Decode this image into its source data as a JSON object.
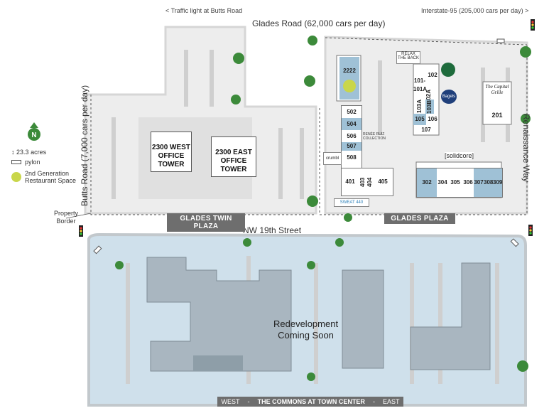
{
  "roads": {
    "top": "Glades Road (62,000 cars per day)",
    "left_note": "< Traffic light at Butts Road",
    "right_note": "Interstate-95 (205,000 cars per day) >",
    "butts": "Butts Road (7,000 cars per day)",
    "renaissance": "Renaissance Way",
    "nw19": "NW 19th Street"
  },
  "legend": {
    "north": "N",
    "acres_value": "23.3",
    "acres_unit": "acres",
    "pylon": "pylon",
    "restaurant_line1": "2nd Generation",
    "restaurant_line2": "Restaurant Space"
  },
  "property_border": {
    "line1": "Property",
    "line2": "Border"
  },
  "plazas": {
    "twin": "GLADES TWIN PLAZA",
    "glades": "GLADES PLAZA",
    "commons_west": "WEST",
    "commons_name": "THE COMMONS AT TOWN CENTER",
    "commons_east": "EAST",
    "dash": "-"
  },
  "towers": {
    "west_line1": "2300 WEST",
    "west_line2": "OFFICE TOWER",
    "east_line1": "2300 EAST",
    "east_line2": "OFFICE TOWER"
  },
  "units": {
    "u2222": "2222",
    "u502": "502",
    "u504": "504",
    "u506": "506",
    "u507": "507",
    "u508": "508",
    "u401": "401",
    "u403": "403",
    "u404": "404",
    "u405": "405",
    "u101": "101-",
    "u101a": "101A",
    "u102": "102",
    "u102a": "102A",
    "u103a": "103A",
    "u103b": "103B",
    "u105": "105",
    "u106": "106",
    "u107": "107",
    "u201": "201",
    "u302": "302",
    "u304": "304",
    "u305": "305",
    "u306": "306",
    "u307": "307",
    "u308": "308",
    "u309": "309"
  },
  "tenants": {
    "relax": "RELAX THE BACK",
    "renee": "RENÉE RUIZ COLLECTION",
    "crumbl": "crumbl",
    "sweat": "SWEAT 440",
    "solidcore": "[solidcore]",
    "bagels": "Bagels",
    "capital_grille": "The Capital Grille"
  },
  "redevelopment": {
    "line1": "Redevelopment",
    "line2": "Coming Soon"
  },
  "colors": {
    "lot": "#ececec",
    "unit_blue": "#9fc1d6",
    "commons_blue": "#cfe0eb",
    "tree": "#3c8a3a",
    "restaurant": "#c9d64a",
    "plaza_bar": "#6e6e6e"
  }
}
